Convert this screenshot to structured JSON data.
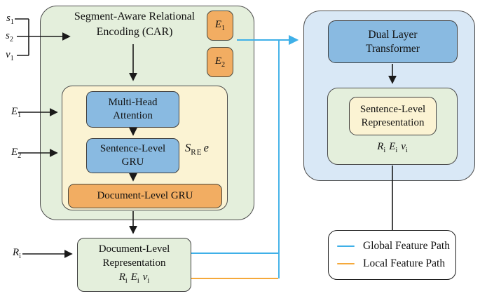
{
  "colors": {
    "panel_green": "#e4efdc",
    "panel_cream": "#fbf3d3",
    "panel_light_blue": "#d9e8f6",
    "box_blue": "#89bae1",
    "box_orange": "#f2ad62",
    "global_path": "#3fb0e8",
    "local_path": "#f5a93b",
    "arrow_black": "#1a1a1a"
  },
  "inputs": {
    "s1": {
      "base": "s",
      "sub": "1"
    },
    "s2": {
      "base": "s",
      "sub": "2"
    },
    "v1": {
      "base": "v",
      "sub": "1"
    },
    "e1": {
      "base": "E",
      "sub": "1"
    },
    "e2": {
      "base": "E",
      "sub": "2"
    },
    "ri": {
      "base": "R",
      "sub": "i"
    }
  },
  "left_panel": {
    "title": {
      "line1": "Segment-Aware Relational",
      "line2": "Encoding (CAR)"
    },
    "e1_chip": {
      "base": "E",
      "sub": "1"
    },
    "e2_chip": {
      "base": "E",
      "sub": "2"
    },
    "inner_module": {
      "label": {
        "base": "S",
        "sub": "RE",
        "tail": "e"
      },
      "mha": {
        "line1": "Multi-Head",
        "line2": "Attention"
      },
      "sent_gru": {
        "line1": "Sentence-Level",
        "line2": "GRU"
      },
      "doc_gru": {
        "label": "Document-Level GRU"
      }
    },
    "doc_repr": {
      "line1": "Document-Level",
      "line2": "Representation",
      "math": [
        {
          "base": "R",
          "sub": "i"
        },
        {
          "base": "E",
          "sub": "i"
        },
        {
          "base": "v",
          "sub": "i"
        }
      ]
    }
  },
  "right_panel": {
    "transformer": {
      "line1": "Dual Layer",
      "line2": "Transformer"
    },
    "sent_repr": {
      "line1": "Sentence-Level",
      "line2": "Representation"
    },
    "math": [
      {
        "base": "R",
        "sub": "i"
      },
      {
        "base": "E",
        "sub": "i"
      },
      {
        "base": "v",
        "sub": "i"
      }
    ]
  },
  "legend": {
    "items": [
      {
        "label": "Global Feature Path"
      },
      {
        "label": "Local Feature Path"
      }
    ]
  }
}
